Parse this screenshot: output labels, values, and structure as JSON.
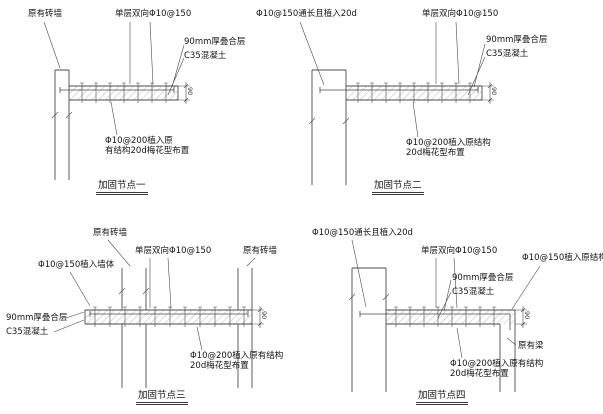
{
  "drawing": {
    "background": "#ffffff",
    "line_color": "#4b4b4b",
    "details": [
      {
        "caption": "加固节点一",
        "labels": {
          "existing_wall": "原有砖墙",
          "mesh": "单层双向Φ10@150",
          "topping": "90mm厚叠合层",
          "concrete": "C35混凝土",
          "dowel_line1": "Φ10@200植入原",
          "dowel_line2": "有结构20d梅花型布置",
          "thickness": "90"
        }
      },
      {
        "caption": "加固节点二",
        "labels": {
          "through_bar": "Φ10@150通长且植入20d",
          "mesh": "单层双向Φ10@150",
          "topping": "90mm厚叠合层",
          "concrete": "C35混凝土",
          "dowel_line1": "Φ10@200植入原结构",
          "dowel_line2": "20d梅花型布置",
          "thickness": "90"
        }
      },
      {
        "caption": "加固节点三",
        "labels": {
          "existing_wall_mid": "原有砖墙",
          "mesh": "单层双向Φ10@150",
          "existing_wall_right": "原有砖墙",
          "anchor_bar": "Φ10@150植入墙体",
          "topping": "90mm厚叠合层",
          "concrete": "C35混凝土",
          "dowel_line1": "Φ10@200植入原有结构",
          "dowel_line2": "20d梅花型布置",
          "thickness": "90"
        }
      },
      {
        "caption": "加固节点四",
        "labels": {
          "through_bar": "Φ10@150通长且植入20d",
          "mesh": "单层双向Φ10@150",
          "anchor_bar": "Φ10@150植入原结构",
          "topping": "90mm厚叠合层",
          "concrete": "C35混凝土",
          "existing_beam": "原有梁",
          "dowel_line1": "Φ10@200植入原有结构",
          "dowel_line2": "20d梅花型布置",
          "thickness": "90"
        }
      }
    ]
  }
}
